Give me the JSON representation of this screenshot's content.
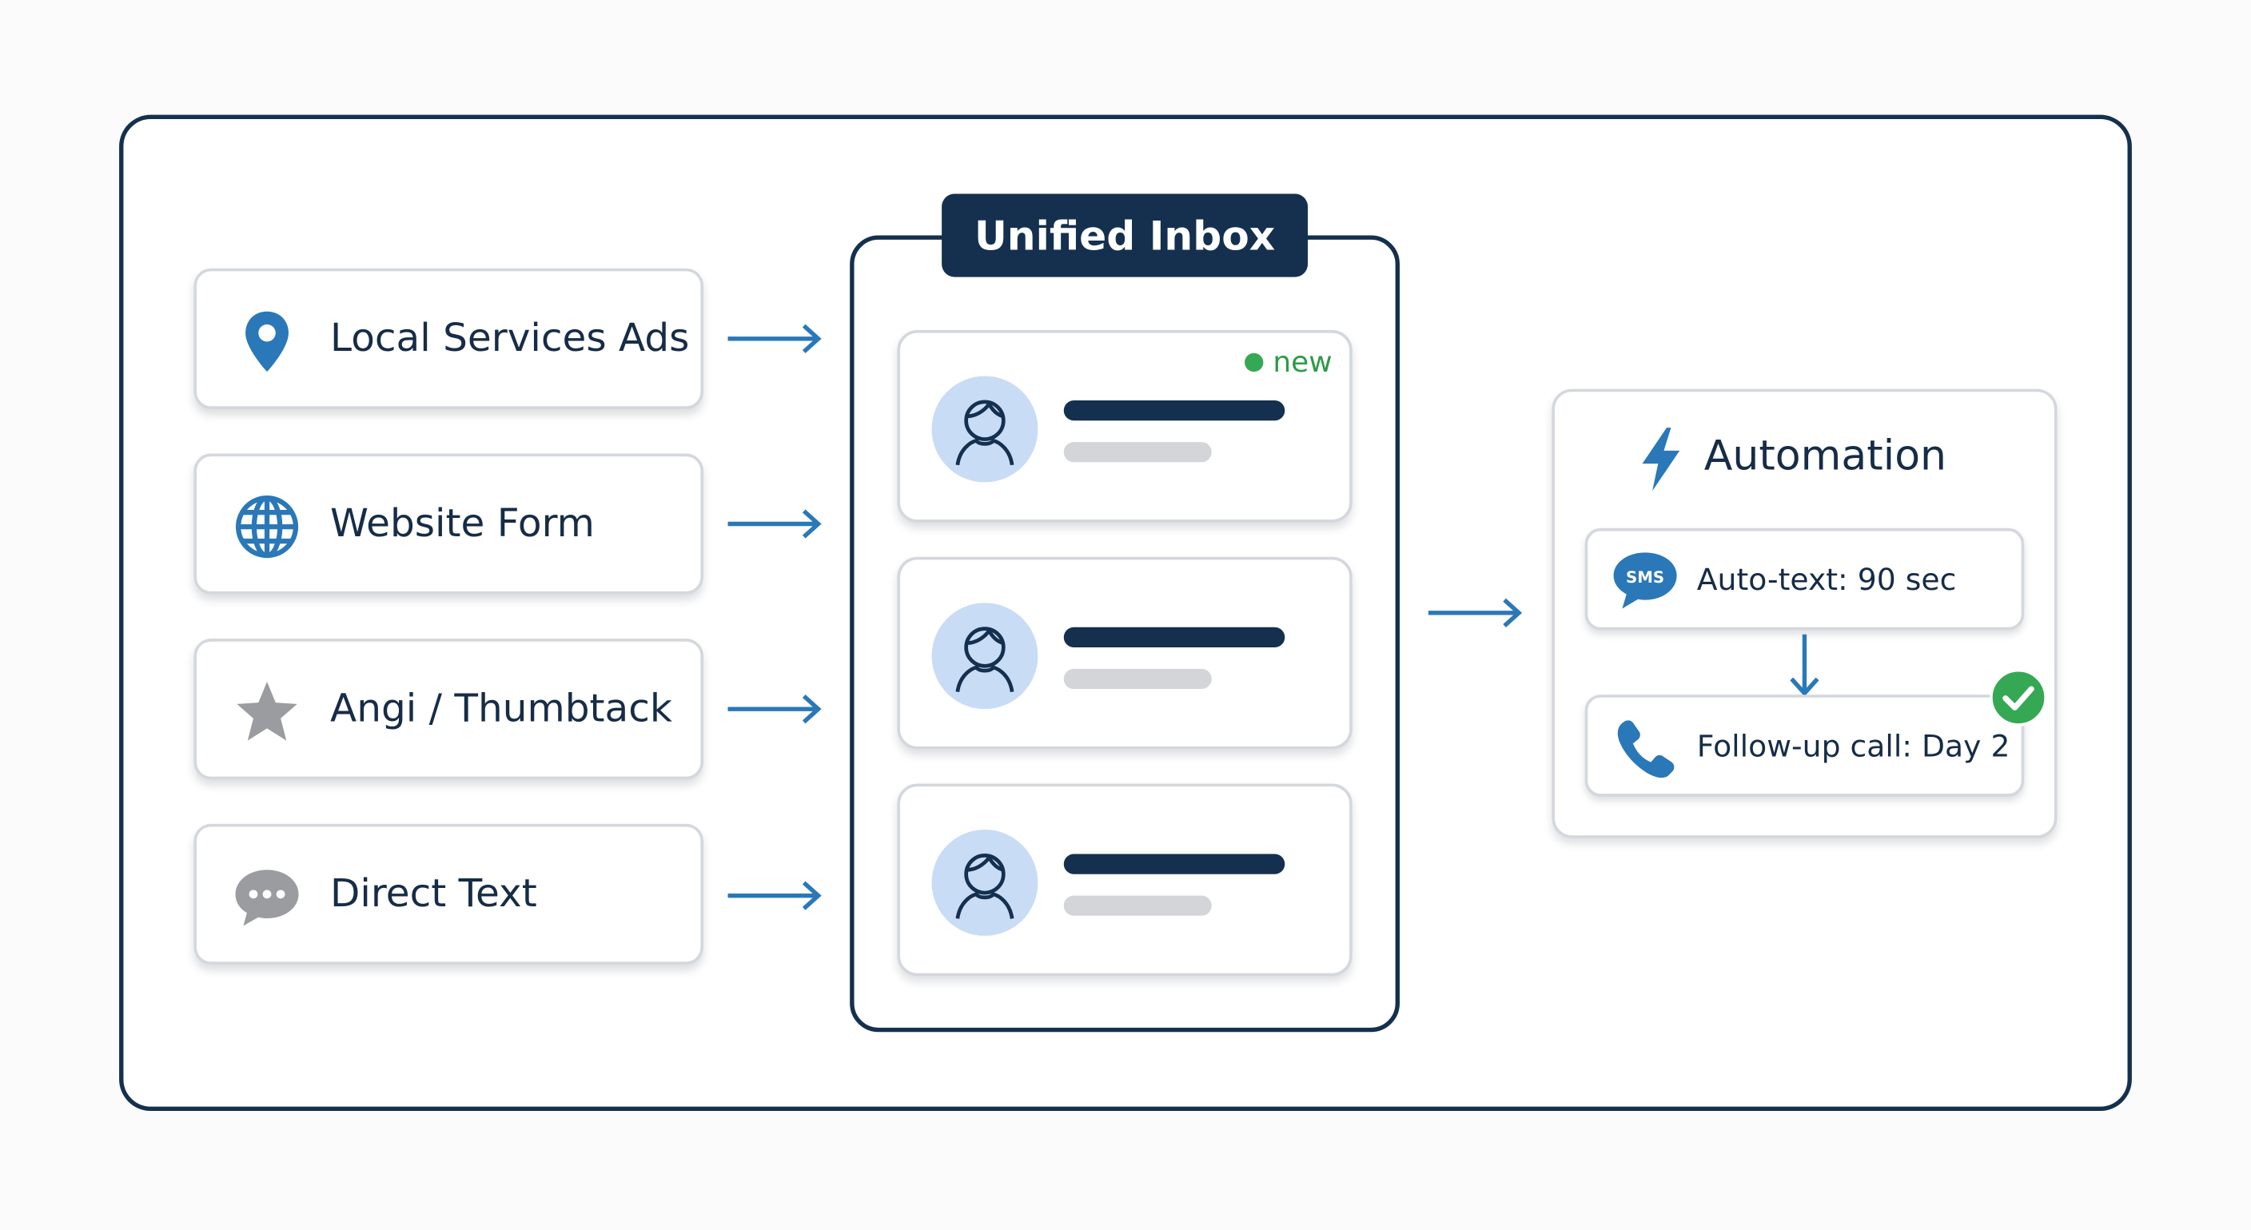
{
  "sources": [
    {
      "label": "Local Services Ads",
      "icon": "location-pin-icon"
    },
    {
      "label": "Website Form",
      "icon": "globe-icon"
    },
    {
      "label": "Angi / Thumbtack",
      "icon": "star-icon"
    },
    {
      "label": "Direct Text",
      "icon": "chat-bubble-icon"
    }
  ],
  "inbox": {
    "title": "Unified Inbox",
    "new_badge": "new",
    "messages": [
      {
        "icon": "user-avatar-icon"
      },
      {
        "icon": "user-avatar-icon"
      },
      {
        "icon": "user-avatar-icon"
      }
    ]
  },
  "automation": {
    "title": "Automation",
    "sms_icon_text": "SMS",
    "steps": [
      {
        "label": "Auto-text: 90 sec",
        "icon": "sms-bubble-icon"
      },
      {
        "label": "Follow-up call: Day 2",
        "icon": "phone-icon",
        "status": "complete"
      }
    ]
  },
  "colors": {
    "navy": "#15304f",
    "accent_blue": "#2a78b8",
    "avatar_bg": "#c9dcf5",
    "green": "#35a853",
    "grey_icon": "#9a9ca0"
  }
}
